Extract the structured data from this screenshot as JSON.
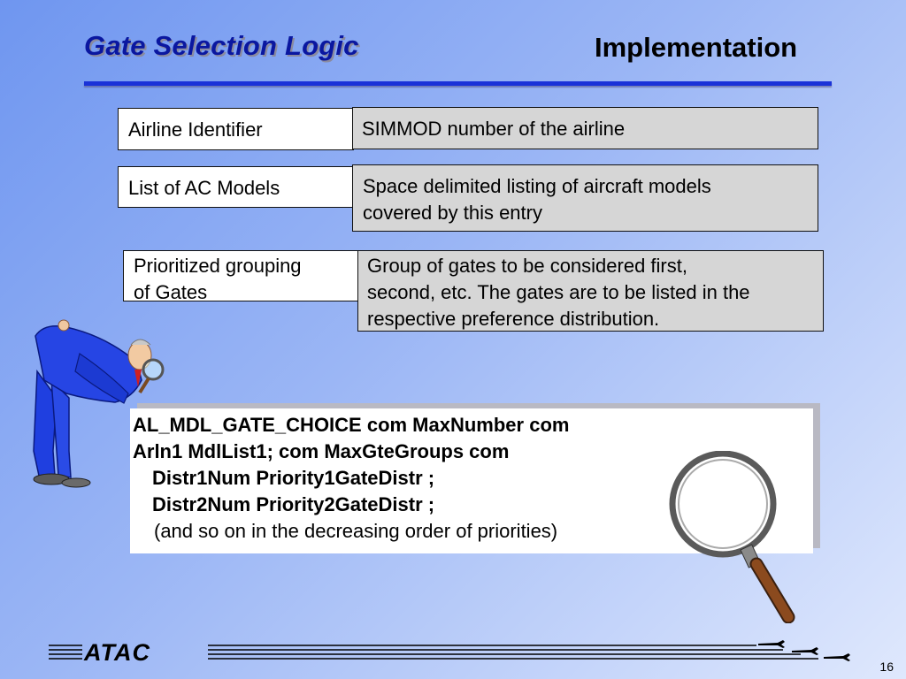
{
  "header": {
    "title": "Gate Selection Logic",
    "subtitle": "Implementation"
  },
  "rows": [
    {
      "label": "Airline Identifier",
      "description": "SIMMOD number of the airline"
    },
    {
      "label": "List of AC Models",
      "description_lines": [
        "Space delimited listing of aircraft models",
        "covered by this entry"
      ]
    },
    {
      "label_lines": [
        "Prioritized grouping",
        "of Gates"
      ],
      "description_lines": [
        "Group of gates to be considered first,",
        "second, etc.  The gates are to be listed in the",
        "respective preference distribution."
      ]
    }
  ],
  "code_block": {
    "lines": [
      "AL_MDL_GATE_CHOICE com MaxNumber com",
      "Arln1 MdlList1; com MaxGteGroups com",
      "Distr1Num  Priority1GateDistr ;",
      "Distr2Num  Priority2GateDistr ;",
      "(and so on in the decreasing order of priorities)"
    ]
  },
  "footer": {
    "logo_text": "ATAC",
    "page_number": "16"
  },
  "colors": {
    "title": "#0a17a0",
    "rule": "#1a32d8",
    "desc_box": "#d6d6d6"
  }
}
